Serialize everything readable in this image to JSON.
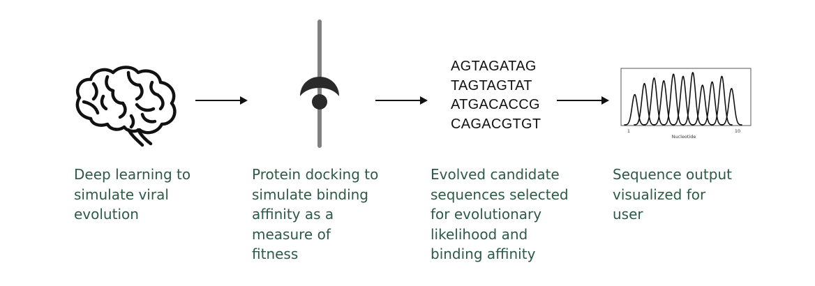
{
  "steps": [
    {
      "icon": "brain-icon",
      "caption": "Deep learning to\nsimulate viral\nevolution"
    },
    {
      "icon": "protein-docking-icon",
      "caption": "Protein docking to\nsimulate binding\naffinity as a\nmeasure of\nfitness"
    },
    {
      "icon": "sequence-list",
      "caption": "Evolved candidate\nsequences selected\nfor evolutionary\nlikelihood and\nbinding affinity",
      "sequences": [
        "AGTAGATAG",
        "TAGTAGTAT",
        "ATGACACCG",
        "CAGACGTGT"
      ]
    },
    {
      "icon": "chromatogram-icon",
      "caption": "Sequence output\nvisualized for\nuser"
    }
  ],
  "chart_data": {
    "type": "line",
    "xlabel": "Nucleotide",
    "ylabel": "",
    "xlim": [
      1,
      10
    ],
    "x_ticks": [
      "1",
      "10"
    ],
    "peaks": [
      1.5,
      2.3,
      3.1,
      3.9,
      4.7,
      5.5,
      6.3,
      7.1,
      7.9,
      8.7,
      9.5
    ],
    "peak_heights": [
      0.55,
      0.75,
      0.85,
      0.8,
      0.92,
      0.88,
      0.95,
      0.72,
      0.78,
      0.88,
      0.66
    ],
    "grid": false
  },
  "colors": {
    "caption": "#2c5a47",
    "icon": "#111111",
    "docking_bar": "#808080"
  }
}
